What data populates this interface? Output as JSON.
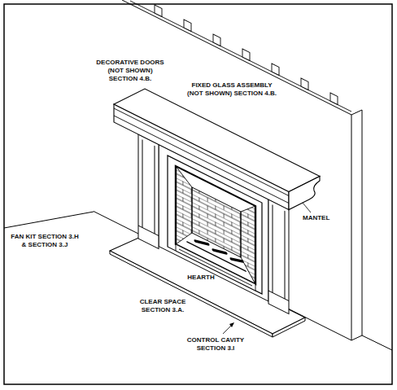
{
  "diagram": {
    "labels": [
      "DECORATIVE DOORS (NOT SHOWN) SECTION 4.B.",
      "FIXED GLASS ASSEMBLY (NOT SHOWN) SECTION 4.B.",
      "MANTEL",
      "FAN KIT SECTION 3.H & SECTION 3.J",
      "HEARTH",
      "CLEAR SPACE SECTION 3.A.",
      "CONTROL CAVITY SECTION 3.I"
    ]
  }
}
